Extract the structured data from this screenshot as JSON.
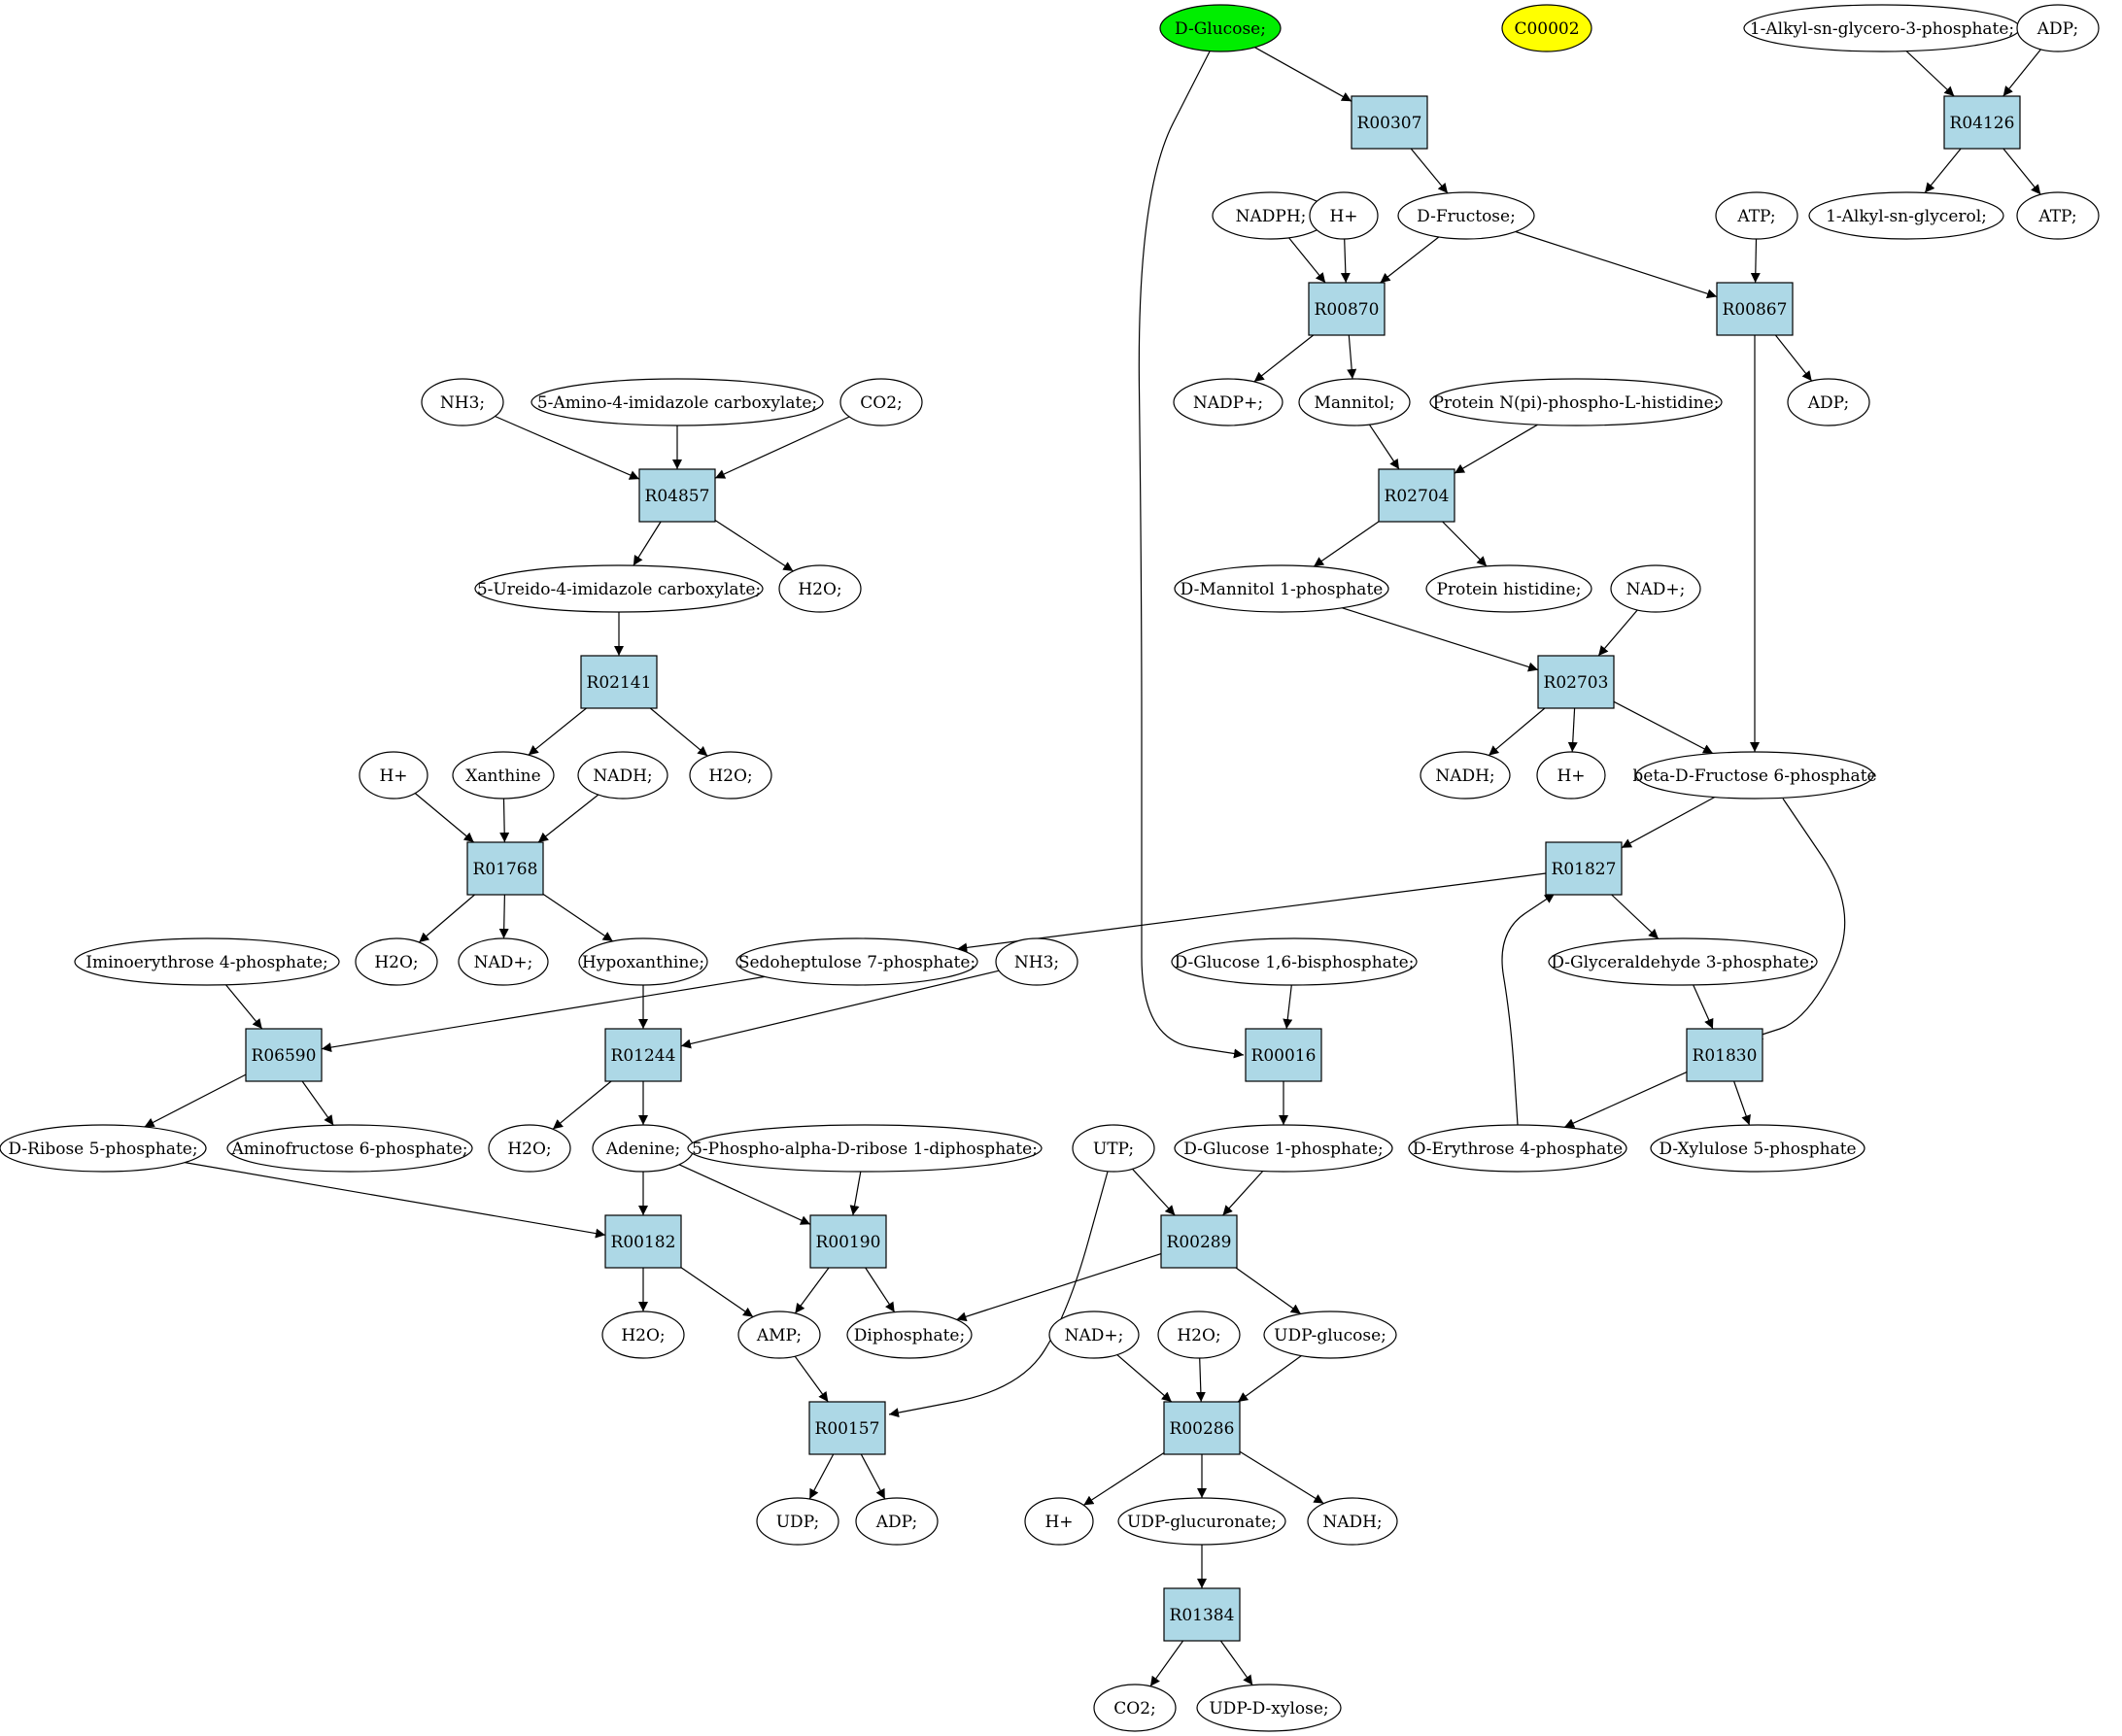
{
  "colors": {
    "reaction_fill": "#add8e6",
    "compound_fill": "#ffffff",
    "highlight_source": "#00ee00",
    "highlight_target": "#ffff00",
    "stroke": "#000000"
  },
  "nodes": [
    {
      "id": "dglucose",
      "label": "D-Glucose;",
      "kind": "compound",
      "highlight": "source"
    },
    {
      "id": "c00002",
      "label": "C00002",
      "kind": "compound",
      "highlight": "target"
    },
    {
      "id": "alkylg3p",
      "label": "1-Alkyl-sn-glycero-3-phosphate;",
      "kind": "compound"
    },
    {
      "id": "adp_top",
      "label": "ADP;",
      "kind": "compound"
    },
    {
      "id": "r00307",
      "label": "R00307",
      "kind": "reaction"
    },
    {
      "id": "r04126",
      "label": "R04126",
      "kind": "reaction"
    },
    {
      "id": "nadph",
      "label": "NADPH;",
      "kind": "compound"
    },
    {
      "id": "hplus1",
      "label": "H+",
      "kind": "compound"
    },
    {
      "id": "dfructose",
      "label": "D-Fructose;",
      "kind": "compound"
    },
    {
      "id": "atp1",
      "label": "ATP;",
      "kind": "compound"
    },
    {
      "id": "alkylglycerol",
      "label": "1-Alkyl-sn-glycerol;",
      "kind": "compound"
    },
    {
      "id": "atp2",
      "label": "ATP;",
      "kind": "compound"
    },
    {
      "id": "r00870",
      "label": "R00870",
      "kind": "reaction"
    },
    {
      "id": "r00867",
      "label": "R00867",
      "kind": "reaction"
    },
    {
      "id": "nh3_1",
      "label": "NH3;",
      "kind": "compound"
    },
    {
      "id": "aica",
      "label": "5-Amino-4-imidazole carboxylate;",
      "kind": "compound"
    },
    {
      "id": "co2_1",
      "label": "CO2;",
      "kind": "compound"
    },
    {
      "id": "nadpplus",
      "label": "NADP+;",
      "kind": "compound"
    },
    {
      "id": "mannitol",
      "label": "Mannitol;",
      "kind": "compound"
    },
    {
      "id": "protnpi",
      "label": "Protein N(pi)-phospho-L-histidine;",
      "kind": "compound"
    },
    {
      "id": "adp2",
      "label": "ADP;",
      "kind": "compound"
    },
    {
      "id": "r04857",
      "label": "R04857",
      "kind": "reaction"
    },
    {
      "id": "r02704",
      "label": "R02704",
      "kind": "reaction"
    },
    {
      "id": "ureido",
      "label": "5-Ureido-4-imidazole carboxylate;",
      "kind": "compound"
    },
    {
      "id": "h2o_1",
      "label": "H2O;",
      "kind": "compound"
    },
    {
      "id": "dmannitol1p",
      "label": "D-Mannitol 1-phosphate",
      "kind": "compound"
    },
    {
      "id": "prothis",
      "label": "Protein histidine;",
      "kind": "compound"
    },
    {
      "id": "nadplus1",
      "label": "NAD+;",
      "kind": "compound"
    },
    {
      "id": "r02141",
      "label": "R02141",
      "kind": "reaction"
    },
    {
      "id": "r02703",
      "label": "R02703",
      "kind": "reaction"
    },
    {
      "id": "hplus2",
      "label": "H+",
      "kind": "compound"
    },
    {
      "id": "xanthine",
      "label": "Xanthine",
      "kind": "compound"
    },
    {
      "id": "nadh1",
      "label": "NADH;",
      "kind": "compound"
    },
    {
      "id": "h2o_2",
      "label": "H2O;",
      "kind": "compound"
    },
    {
      "id": "nadh2",
      "label": "NADH;",
      "kind": "compound"
    },
    {
      "id": "hplus3",
      "label": "H+",
      "kind": "compound"
    },
    {
      "id": "bdf6p",
      "label": "beta-D-Fructose 6-phosphate",
      "kind": "compound"
    },
    {
      "id": "r01768",
      "label": "R01768",
      "kind": "reaction"
    },
    {
      "id": "r01827",
      "label": "R01827",
      "kind": "reaction"
    },
    {
      "id": "h2o_3",
      "label": "H2O;",
      "kind": "compound"
    },
    {
      "id": "nadplus2",
      "label": "NAD+;",
      "kind": "compound"
    },
    {
      "id": "hypoxanthine",
      "label": "Hypoxanthine;",
      "kind": "compound"
    },
    {
      "id": "iminoe4p",
      "label": "Iminoerythrose 4-phosphate;",
      "kind": "compound"
    },
    {
      "id": "sedo7p",
      "label": "Sedoheptulose 7-phosphate;",
      "kind": "compound"
    },
    {
      "id": "nh3_2",
      "label": "NH3;",
      "kind": "compound"
    },
    {
      "id": "dg16bp",
      "label": "D-Glucose 1,6-bisphosphate;",
      "kind": "compound"
    },
    {
      "id": "dga3p",
      "label": "D-Glyceraldehyde 3-phosphate;",
      "kind": "compound"
    },
    {
      "id": "r06590",
      "label": "R06590",
      "kind": "reaction"
    },
    {
      "id": "r01244",
      "label": "R01244",
      "kind": "reaction"
    },
    {
      "id": "r00016",
      "label": "R00016",
      "kind": "reaction"
    },
    {
      "id": "r01830",
      "label": "R01830",
      "kind": "reaction"
    },
    {
      "id": "dr5p",
      "label": "D-Ribose 5-phosphate;",
      "kind": "compound"
    },
    {
      "id": "aminof6p",
      "label": "Aminofructose 6-phosphate;",
      "kind": "compound"
    },
    {
      "id": "h2o_4",
      "label": "H2O;",
      "kind": "compound"
    },
    {
      "id": "adenine",
      "label": "Adenine;",
      "kind": "compound"
    },
    {
      "id": "prpp",
      "label": "5-Phospho-alpha-D-ribose 1-diphosphate;",
      "kind": "compound"
    },
    {
      "id": "utp",
      "label": "UTP;",
      "kind": "compound"
    },
    {
      "id": "dg1p",
      "label": "D-Glucose 1-phosphate;",
      "kind": "compound"
    },
    {
      "id": "de4p",
      "label": "D-Erythrose 4-phosphate",
      "kind": "compound"
    },
    {
      "id": "dx5p",
      "label": "D-Xylulose 5-phosphate",
      "kind": "compound"
    },
    {
      "id": "r00182",
      "label": "R00182",
      "kind": "reaction"
    },
    {
      "id": "r00190",
      "label": "R00190",
      "kind": "reaction"
    },
    {
      "id": "r00289",
      "label": "R00289",
      "kind": "reaction"
    },
    {
      "id": "h2o_5",
      "label": "H2O;",
      "kind": "compound"
    },
    {
      "id": "amp",
      "label": "AMP;",
      "kind": "compound"
    },
    {
      "id": "diphosphate",
      "label": "Diphosphate;",
      "kind": "compound"
    },
    {
      "id": "nadplus3",
      "label": "NAD+;",
      "kind": "compound"
    },
    {
      "id": "h2o_6",
      "label": "H2O;",
      "kind": "compound"
    },
    {
      "id": "udpglucose",
      "label": "UDP-glucose;",
      "kind": "compound"
    },
    {
      "id": "r00157",
      "label": "R00157",
      "kind": "reaction"
    },
    {
      "id": "r00286",
      "label": "R00286",
      "kind": "reaction"
    },
    {
      "id": "udp",
      "label": "UDP;",
      "kind": "compound"
    },
    {
      "id": "adp3",
      "label": "ADP;",
      "kind": "compound"
    },
    {
      "id": "hplus4",
      "label": "H+",
      "kind": "compound"
    },
    {
      "id": "udpgluc",
      "label": "UDP-glucuronate;",
      "kind": "compound"
    },
    {
      "id": "nadh3",
      "label": "NADH;",
      "kind": "compound"
    },
    {
      "id": "r01384",
      "label": "R01384",
      "kind": "reaction"
    },
    {
      "id": "co2_2",
      "label": "CO2;",
      "kind": "compound"
    },
    {
      "id": "udpxylose",
      "label": "UDP-D-xylose;",
      "kind": "compound"
    }
  ],
  "edges": [
    [
      "dglucose",
      "r00307"
    ],
    [
      "dglucose",
      "r00016"
    ],
    [
      "r00307",
      "dfructose"
    ],
    [
      "alkylg3p",
      "r04126"
    ],
    [
      "adp_top",
      "r04126"
    ],
    [
      "r04126",
      "alkylglycerol"
    ],
    [
      "r04126",
      "atp2"
    ],
    [
      "nadph",
      "r00870"
    ],
    [
      "hplus1",
      "r00870"
    ],
    [
      "dfructose",
      "r00870"
    ],
    [
      "dfructose",
      "r00867"
    ],
    [
      "atp1",
      "r00867"
    ],
    [
      "r00870",
      "nadpplus"
    ],
    [
      "r00870",
      "mannitol"
    ],
    [
      "r00867",
      "adp2"
    ],
    [
      "r00867",
      "bdf6p"
    ],
    [
      "nh3_1",
      "r04857"
    ],
    [
      "aica",
      "r04857"
    ],
    [
      "co2_1",
      "r04857"
    ],
    [
      "r04857",
      "ureido"
    ],
    [
      "r04857",
      "h2o_1"
    ],
    [
      "mannitol",
      "r02704"
    ],
    [
      "protnpi",
      "r02704"
    ],
    [
      "r02704",
      "dmannitol1p"
    ],
    [
      "r02704",
      "prothis"
    ],
    [
      "ureido",
      "r02141"
    ],
    [
      "r02141",
      "xanthine"
    ],
    [
      "r02141",
      "h2o_2"
    ],
    [
      "dmannitol1p",
      "r02703"
    ],
    [
      "nadplus1",
      "r02703"
    ],
    [
      "r02703",
      "nadh2"
    ],
    [
      "r02703",
      "hplus3"
    ],
    [
      "r02703",
      "bdf6p"
    ],
    [
      "hplus2",
      "r01768"
    ],
    [
      "xanthine",
      "r01768"
    ],
    [
      "nadh1",
      "r01768"
    ],
    [
      "r01768",
      "h2o_3"
    ],
    [
      "r01768",
      "nadplus2"
    ],
    [
      "r01768",
      "hypoxanthine"
    ],
    [
      "bdf6p",
      "r01827"
    ],
    [
      "bdf6p",
      "r01830"
    ],
    [
      "r01827",
      "sedo7p"
    ],
    [
      "r01827",
      "dga3p"
    ],
    [
      "iminoe4p",
      "r06590"
    ],
    [
      "sedo7p",
      "r06590"
    ],
    [
      "hypoxanthine",
      "r01244"
    ],
    [
      "nh3_2",
      "r01244"
    ],
    [
      "dg16bp",
      "r00016"
    ],
    [
      "dga3p",
      "r01830"
    ],
    [
      "r06590",
      "dr5p"
    ],
    [
      "r06590",
      "aminof6p"
    ],
    [
      "r01244",
      "h2o_4"
    ],
    [
      "r01244",
      "adenine"
    ],
    [
      "r00016",
      "dg1p"
    ],
    [
      "r01830",
      "de4p"
    ],
    [
      "r01830",
      "dx5p"
    ],
    [
      "de4p",
      "r01827"
    ],
    [
      "dr5p",
      "r00182"
    ],
    [
      "adenine",
      "r00182"
    ],
    [
      "adenine",
      "r00190"
    ],
    [
      "prpp",
      "r00190"
    ],
    [
      "utp",
      "r00289"
    ],
    [
      "dg1p",
      "r00289"
    ],
    [
      "utp",
      "r00157"
    ],
    [
      "r00182",
      "h2o_5"
    ],
    [
      "r00182",
      "amp"
    ],
    [
      "r00190",
      "amp"
    ],
    [
      "r00190",
      "diphosphate"
    ],
    [
      "r00289",
      "diphosphate"
    ],
    [
      "r00289",
      "udpglucose"
    ],
    [
      "amp",
      "r00157"
    ],
    [
      "nadplus3",
      "r00286"
    ],
    [
      "h2o_6",
      "r00286"
    ],
    [
      "udpglucose",
      "r00286"
    ],
    [
      "r00157",
      "udp"
    ],
    [
      "r00157",
      "adp3"
    ],
    [
      "r00286",
      "hplus4"
    ],
    [
      "r00286",
      "udpgluc"
    ],
    [
      "r00286",
      "nadh3"
    ],
    [
      "udpgluc",
      "r01384"
    ],
    [
      "r01384",
      "co2_2"
    ],
    [
      "r01384",
      "udpxylose"
    ]
  ]
}
